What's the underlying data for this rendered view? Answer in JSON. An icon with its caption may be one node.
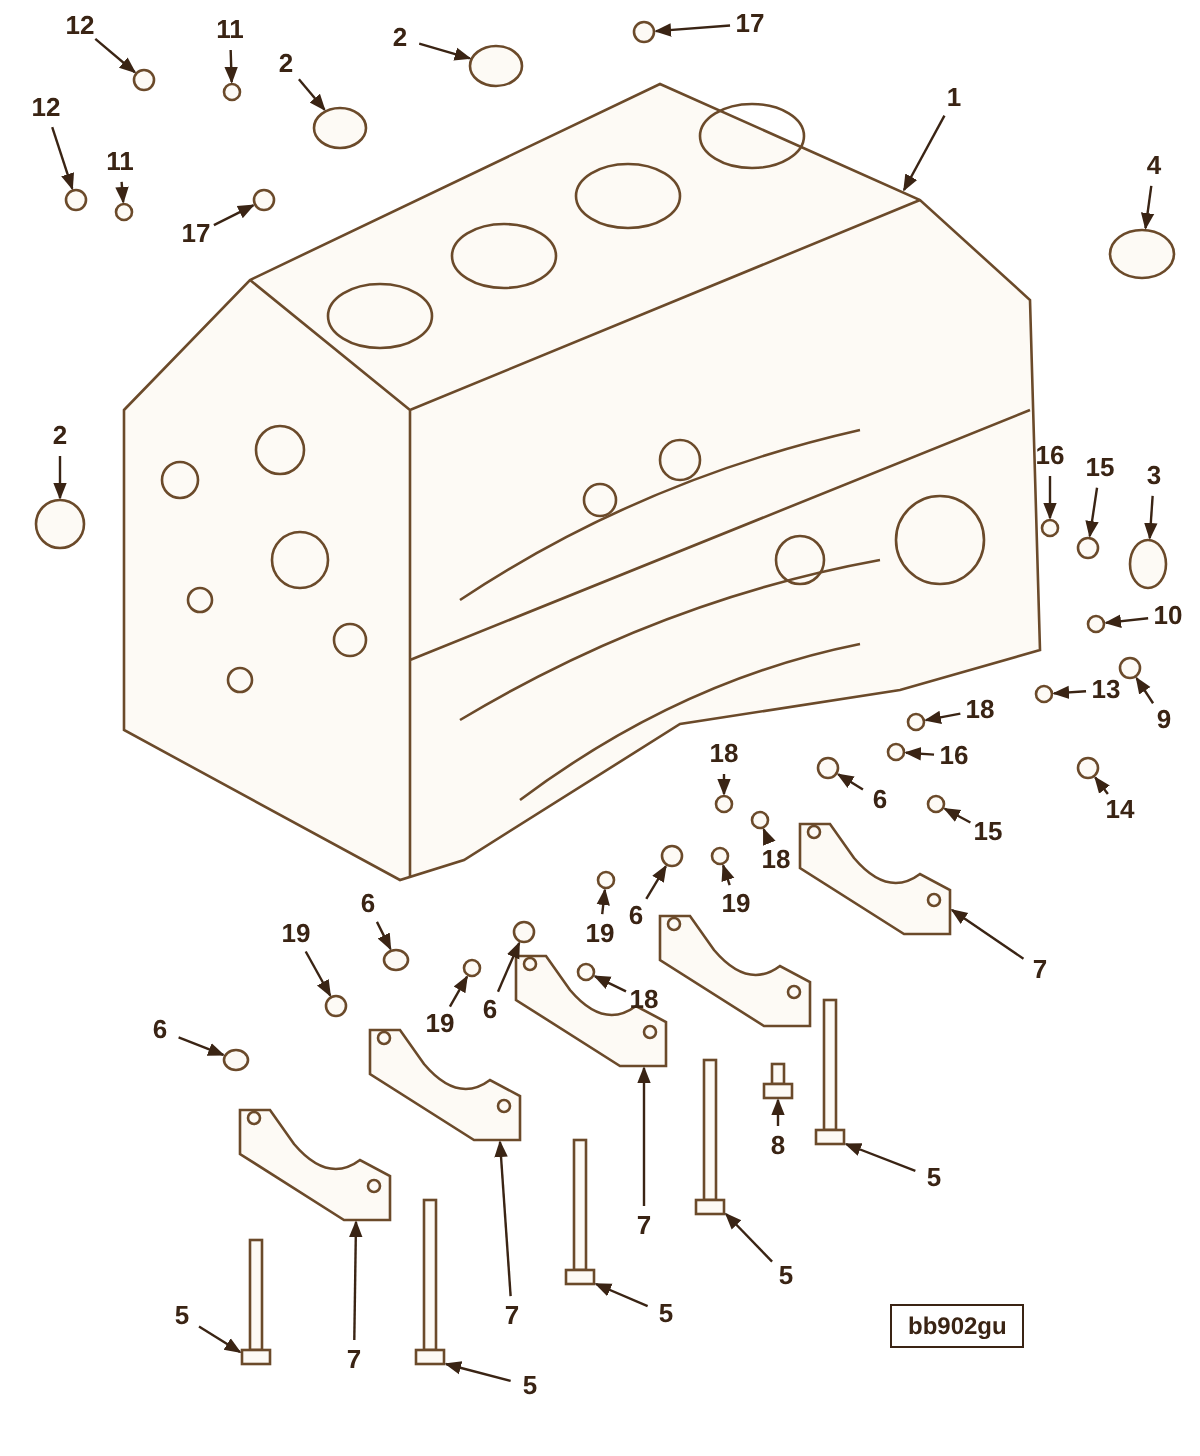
{
  "diagram": {
    "nodes": [
      {
        "text": [
          "12"
        ]
      },
      {
        "text": [
          "11"
        ]
      },
      {
        "text": [
          "2"
        ]
      },
      {
        "text": [
          "17"
        ]
      },
      {
        "text": [
          "2"
        ]
      },
      {
        "text": [
          "1"
        ]
      },
      {
        "text": [
          "12"
        ]
      },
      {
        "text": [
          "11"
        ]
      },
      {
        "text": [
          "4"
        ]
      },
      {
        "text": [
          "17"
        ]
      },
      {
        "text": [
          "2"
        ]
      },
      {
        "text": [
          "16"
        ]
      },
      {
        "text": [
          "15"
        ]
      },
      {
        "text": [
          "3"
        ]
      },
      {
        "text": [
          "10"
        ]
      },
      {
        "text": [
          "13"
        ]
      },
      {
        "text": [
          "18"
        ]
      },
      {
        "text": [
          "9"
        ]
      },
      {
        "text": [
          "18"
        ]
      },
      {
        "text": [
          "16"
        ]
      },
      {
        "text": [
          "6"
        ]
      },
      {
        "text": [
          "14"
        ]
      },
      {
        "text": [
          "15"
        ]
      },
      {
        "text": [
          "18"
        ]
      },
      {
        "text": [
          "19"
        ]
      },
      {
        "text": [
          "6"
        ]
      },
      {
        "text": [
          "19"
        ]
      },
      {
        "text": [
          "19"
        ]
      },
      {
        "text": [
          "6"
        ]
      },
      {
        "text": [
          "7"
        ]
      },
      {
        "text": [
          "18"
        ]
      },
      {
        "text": [
          "19"
        ]
      },
      {
        "text": [
          "6"
        ]
      },
      {
        "text": [
          "6"
        ]
      },
      {
        "text": [
          "8"
        ]
      },
      {
        "text": [
          "5"
        ]
      },
      {
        "text": [
          "7"
        ]
      },
      {
        "text": [
          "5"
        ]
      },
      {
        "text": [
          "7"
        ]
      },
      {
        "text": [
          "5"
        ]
      },
      {
        "text": [
          "5"
        ]
      },
      {
        "text": [
          "7"
        ]
      },
      {
        "text": [
          "5"
        ]
      },
      {
        "text": [],
        "shape": "circle"
      },
      {
        "text": [],
        "shape": "circle"
      },
      {
        "text": [],
        "shape": "circle"
      },
      {
        "text": [],
        "shape": "circle"
      },
      {
        "text": [],
        "shape": "circle"
      },
      {
        "text": [],
        "shape": "picture"
      },
      {
        "text": [],
        "shape": "circle"
      },
      {
        "text": [],
        "shape": "circle"
      },
      {
        "text": [],
        "shape": "circle"
      },
      {
        "text": [],
        "shape": "circle"
      },
      {
        "text": [],
        "shape": "circle"
      },
      {
        "text": [],
        "shape": "circle"
      },
      {
        "text": [],
        "shape": "circle"
      },
      {
        "text": [],
        "shape": "circle"
      },
      {
        "text": [],
        "shape": "circle"
      },
      {
        "text": [],
        "shape": "circle"
      },
      {
        "text": [],
        "shape": "circle"
      },
      {
        "text": [],
        "shape": "circle"
      },
      {
        "text": [],
        "shape": "circle"
      },
      {
        "text": [],
        "shape": "circle"
      },
      {
        "text": [],
        "shape": "circle"
      },
      {
        "text": [],
        "shape": "circle"
      },
      {
        "text": [],
        "shape": "circle"
      },
      {
        "text": [],
        "shape": "circle"
      },
      {
        "text": [],
        "shape": "circle"
      },
      {
        "text": [],
        "shape": "circle"
      },
      {
        "text": [],
        "shape": "circle"
      },
      {
        "text": [],
        "shape": "circle"
      },
      {
        "text": [],
        "shape": "circle"
      },
      {
        "text": [],
        "shape": "picture"
      },
      {
        "text": [],
        "shape": "circle"
      },
      {
        "text": [],
        "shape": "circle"
      },
      {
        "text": [],
        "shape": "circle"
      },
      {
        "text": [],
        "shape": "circle"
      },
      {
        "text": [],
        "shape": "bar"
      },
      {
        "text": [],
        "shape": "bar"
      },
      {
        "text": [],
        "shape": "picture"
      },
      {
        "text": [],
        "shape": "bar"
      },
      {
        "text": [],
        "shape": "picture"
      },
      {
        "text": [],
        "shape": "bar"
      },
      {
        "text": [],
        "shape": "bar"
      },
      {
        "text": [],
        "shape": "picture"
      },
      {
        "text": [],
        "shape": "bar"
      }
    ],
    "edges": [
      {
        "from": 0,
        "to": 43,
        "arrow": "to"
      },
      {
        "from": 1,
        "to": 44,
        "arrow": "to"
      },
      {
        "from": 2,
        "to": 45,
        "arrow": "to"
      },
      {
        "from": 3,
        "to": 46,
        "arrow": "to"
      },
      {
        "from": 4,
        "to": 47,
        "arrow": "to"
      },
      {
        "from": 5,
        "to": 48,
        "arrow": "to"
      },
      {
        "from": 6,
        "to": 49,
        "arrow": "to"
      },
      {
        "from": 7,
        "to": 50,
        "arrow": "to"
      },
      {
        "from": 8,
        "to": 51,
        "arrow": "to"
      },
      {
        "from": 9,
        "to": 52,
        "arrow": "to"
      },
      {
        "from": 10,
        "to": 53,
        "arrow": "to"
      },
      {
        "from": 11,
        "to": 54,
        "arrow": "to"
      },
      {
        "from": 12,
        "to": 55,
        "arrow": "to"
      },
      {
        "from": 13,
        "to": 56,
        "arrow": "to"
      },
      {
        "from": 14,
        "to": 57,
        "arrow": "to"
      },
      {
        "from": 15,
        "to": 58,
        "arrow": "to"
      },
      {
        "from": 16,
        "to": 59,
        "arrow": "to"
      },
      {
        "from": 17,
        "to": 60,
        "arrow": "to"
      },
      {
        "from": 18,
        "to": 61,
        "arrow": "to"
      },
      {
        "from": 19,
        "to": 62,
        "arrow": "to"
      },
      {
        "from": 20,
        "to": 63,
        "arrow": "to"
      },
      {
        "from": 21,
        "to": 64,
        "arrow": "to"
      },
      {
        "from": 22,
        "to": 65,
        "arrow": "to"
      },
      {
        "from": 23,
        "to": 66,
        "arrow": "to"
      },
      {
        "from": 24,
        "to": 67,
        "arrow": "to"
      },
      {
        "from": 25,
        "to": 68,
        "arrow": "to"
      },
      {
        "from": 26,
        "to": 69,
        "arrow": "to"
      },
      {
        "from": 27,
        "to": 70,
        "arrow": "to"
      },
      {
        "from": 28,
        "to": 71,
        "arrow": "to"
      },
      {
        "from": 29,
        "to": 72,
        "arrow": "to"
      },
      {
        "from": 30,
        "to": 73,
        "arrow": "to"
      },
      {
        "from": 31,
        "to": 74,
        "arrow": "to"
      },
      {
        "from": 32,
        "to": 75,
        "arrow": "to"
      },
      {
        "from": 33,
        "to": 76,
        "arrow": "to"
      },
      {
        "from": 34,
        "to": 77,
        "arrow": "to"
      },
      {
        "from": 35,
        "to": 78,
        "arrow": "to"
      },
      {
        "from": 36,
        "to": 79,
        "arrow": "to"
      },
      {
        "from": 37,
        "to": 80,
        "arrow": "to"
      },
      {
        "from": 38,
        "to": 81,
        "arrow": "to"
      },
      {
        "from": 39,
        "to": 82,
        "arrow": "to"
      },
      {
        "from": 40,
        "to": 83,
        "arrow": "to"
      },
      {
        "from": 41,
        "to": 84,
        "arrow": "to"
      },
      {
        "from": 42,
        "to": 85,
        "arrow": "to"
      }
    ],
    "labels": [
      "bb902gu"
    ]
  }
}
